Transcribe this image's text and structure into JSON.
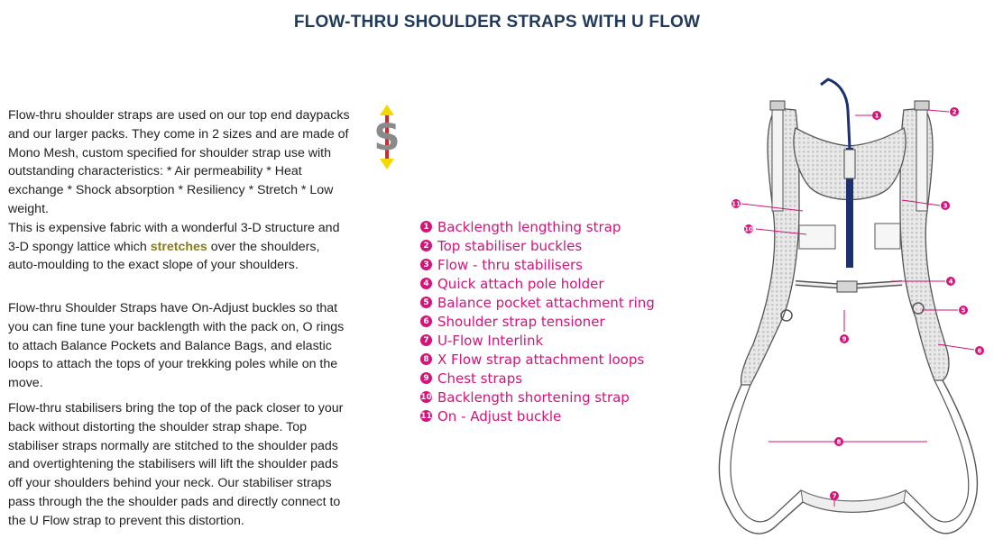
{
  "title": "FLOW-THRU SHOULDER STRAPS WITH U FLOW",
  "body": {
    "p1_a": "Flow-thru shoulder straps are used on our top end daypacks and our larger packs. They come in 2 sizes and are made of Mono Mesh, custom specified for shoulder strap use with outstanding characteristics: * Air permeability * Heat exchange * Shock absorption * Resiliency * Stretch * Low weight.",
    "p1_b": "This is expensive fabric with a wonderful 3-D structure and 3-D spongy lattice which ",
    "p1_highlight": "stretches",
    "p1_c": " over the shoulders, auto-moulding to the exact slope of your shoulders.",
    "p2": "Flow-thru Shoulder Straps have On-Adjust buckles so that you can fine tune your backlength with the pack on, O rings to attach Balance Pockets and Balance Bags, and elastic loops to attach the tops of your trekking poles while on the move.",
    "p3": "Flow-thru stabilisers bring the top of the pack closer to your back without distorting the shoulder strap shape. Top stabiliser straps normally are stitched to the shoulder pads and overtightening the stabilisers will lift the shoulder pads off your shoulders behind your neck. Our stabiliser straps pass through the the shoulder pads and directly connect to the U Flow strap to prevent this distortion."
  },
  "icon": {
    "name": "stretch-s-icon",
    "letter": "S"
  },
  "legend": [
    {
      "num": "1",
      "label": "Backlength lengthing strap"
    },
    {
      "num": "2",
      "label": "Top stabiliser buckles"
    },
    {
      "num": "3",
      "label": "Flow - thru stabilisers"
    },
    {
      "num": "4",
      "label": "Quick attach pole holder"
    },
    {
      "num": "5",
      "label": "Balance pocket attachment ring"
    },
    {
      "num": "6",
      "label": "Shoulder strap tensioner"
    },
    {
      "num": "7",
      "label": "U-Flow Interlink"
    },
    {
      "num": "8",
      "label": "X Flow strap attachment loops"
    },
    {
      "num": "9",
      "label": "Chest straps"
    },
    {
      "num": "10",
      "label": "Backlength shortening strap"
    },
    {
      "num": "11",
      "label": "On - Adjust buckle"
    }
  ],
  "colors": {
    "title": "#1f3a5a",
    "accent": "#d4147a",
    "highlight": "#8a7a18"
  }
}
